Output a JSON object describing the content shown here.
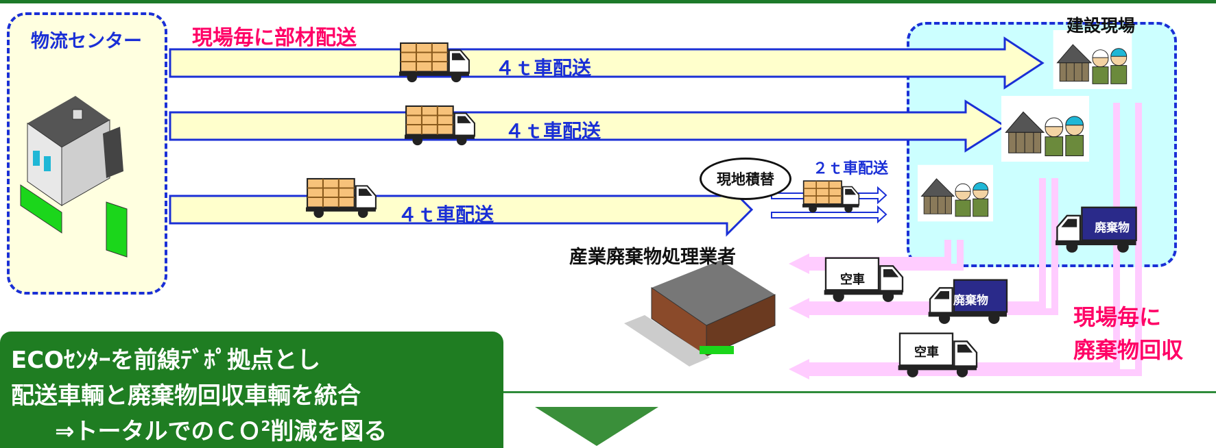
{
  "labels": {
    "logistics_center": "物流センター",
    "construction_site": "建設現場",
    "per_site_delivery": "現場毎に部材配送",
    "truck4t_1": "４ｔ車配送",
    "truck4t_2": "４ｔ車配送",
    "truck4t_3": "４ｔ車配送",
    "onsite_transfer": "現地積替",
    "truck2t": "２ｔ車配送",
    "waste_processor": "産業廃棄物処理業者",
    "empty_truck_1": "空車",
    "empty_truck_2": "空車",
    "waste_truck_1": "廃棄物",
    "waste_truck_2": "廃棄物",
    "waste_collection_line1": "現場毎に",
    "waste_collection_line2": "廃棄物回収"
  },
  "summary": {
    "line1": "ECOｾﾝﾀｰを前線ﾃﾞﾎﾟ拠点とし",
    "line2": "配送車輌と廃棄物回収車輌を統合",
    "line3_prefix": "⇒トータルでのＣＯ",
    "line3_sup": "2",
    "line3_suffix": "削減を図る"
  },
  "colors": {
    "region_border": "#1a2fd6",
    "left_region_fill": "#ffffe0",
    "right_region_fill": "#ccffff",
    "delivery_arrow_fill": "#ffffcc",
    "waste_arrow": "#ffccff",
    "label_red": "#ff0066",
    "summary_green": "#1f7d22"
  },
  "icons": {
    "truck": "box-truck-icon",
    "building": "building-icon",
    "worker": "construction-worker-icon",
    "down_arrow": "down-arrow-icon"
  }
}
